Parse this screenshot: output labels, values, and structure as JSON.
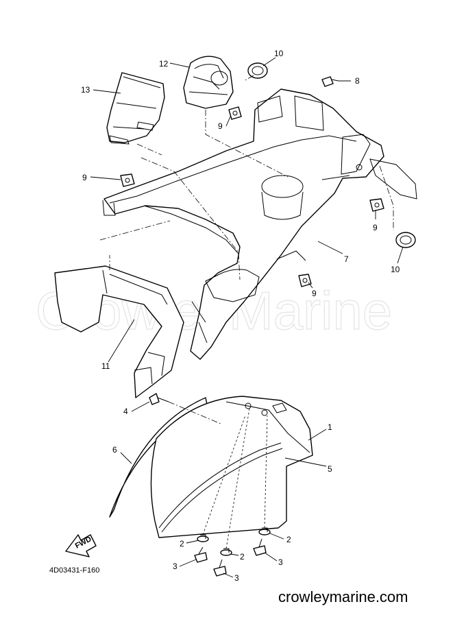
{
  "watermark": "CrowleyMarine",
  "drawing_code": "4D03431-F160",
  "site": "crowleymarine.com",
  "fwd_label": "FWD",
  "callouts": {
    "c1": "1",
    "c2a": "2",
    "c2b": "2",
    "c2c": "2",
    "c3a": "3",
    "c3b": "3",
    "c3c": "3",
    "c4": "4",
    "c5": "5",
    "c6": "6",
    "c7": "7",
    "c8": "8",
    "c9a": "9",
    "c9b": "9",
    "c9c": "9",
    "c9d": "9",
    "c10a": "10",
    "c10b": "10",
    "c11": "11",
    "c12": "12",
    "c13": "13"
  }
}
